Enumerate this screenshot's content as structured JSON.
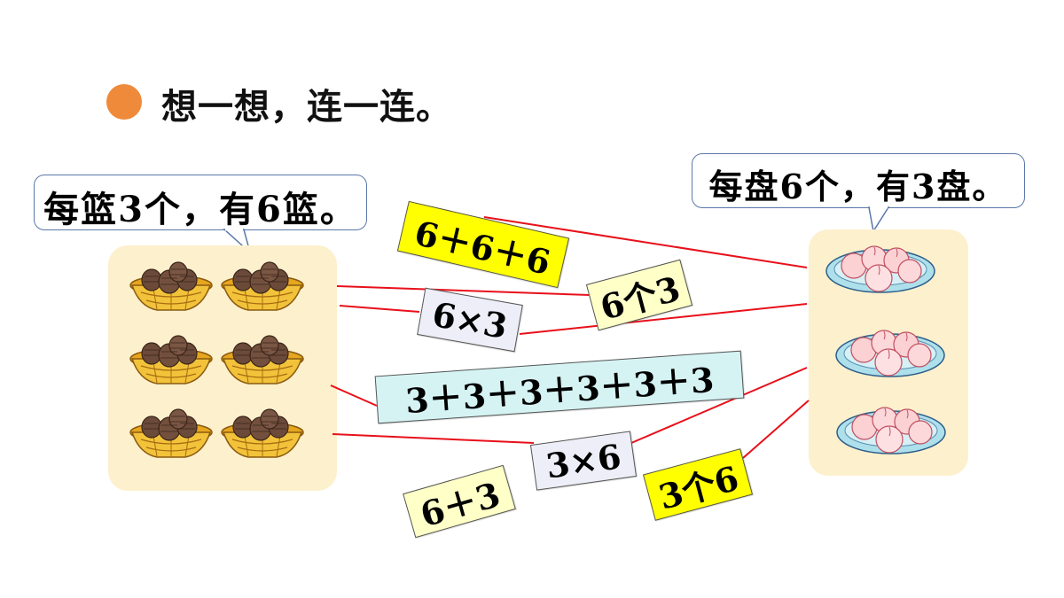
{
  "title": "想一想，连一连。",
  "left_bubble": "每篮3个，有6篮。",
  "right_bubble": "每盘6个，有3盘。",
  "cards": {
    "c1": "6＋6＋6",
    "c2": "6个3",
    "c3": "6×3",
    "c4": "3＋3＋3＋3＋3＋3",
    "c5": "3×6",
    "c6": "6＋3",
    "c7": "3个6"
  },
  "colors": {
    "accent_dot": "#ee8a3a",
    "line": "#e8101a",
    "panel": "#fdf0cd",
    "yellow_card": "#ffff00",
    "cream_card": "#ffffc8",
    "lilac_card": "#eeeef8",
    "cyan_card": "#d6f3f3"
  },
  "icons": {
    "basket": "basket-of-pinecones-icon",
    "plate": "plate-of-peaches-icon"
  }
}
